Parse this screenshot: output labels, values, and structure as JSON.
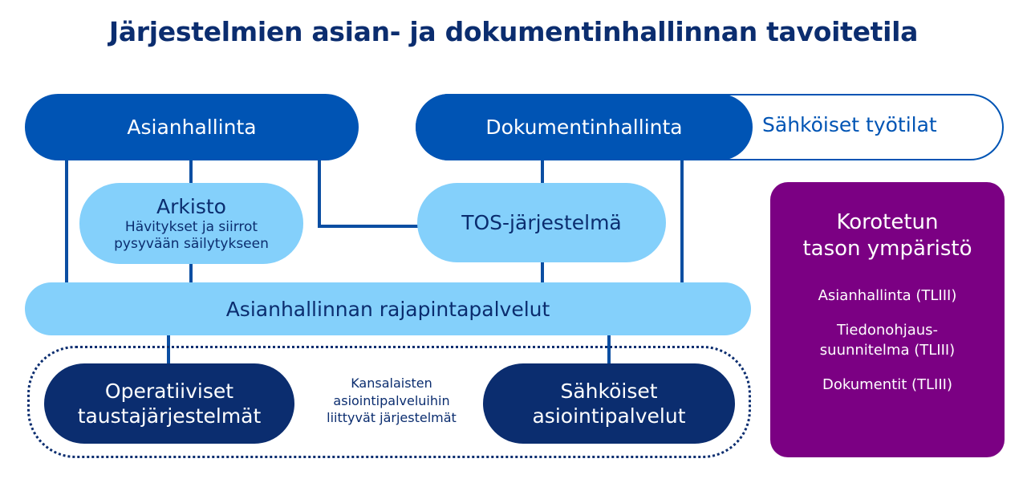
{
  "title": "Järjestelmien asian- ja dokumentinhallinnan tavoitetila",
  "nodes": {
    "asianhallinta": "Asianhallinta",
    "dokumentinhallinta": "Dokumentinhallinta",
    "sahkoiset_tyotilat": "Sähköiset työtilat",
    "arkisto_title": "Arkisto",
    "arkisto_sub1": "Hävitykset ja siirrot",
    "arkisto_sub2": "pysyvään säilytykseen",
    "tos": "TOS-järjestelmä",
    "rajapinta": "Asianhallinnan rajapintapalvelut",
    "operatiiviset_1": "Operatiiviset",
    "operatiiviset_2": "taustajärjestelmät",
    "kansalaisten_1": "Kansalaisten",
    "kansalaisten_2": "asiointipalveluihin",
    "kansalaisten_3": "liittyvät järjestelmät",
    "sahkoiset_asiointi_1": "Sähköiset",
    "sahkoiset_asiointi_2": "asiointipalvelut"
  },
  "korotettu": {
    "title_1": "Korotetun",
    "title_2": "tason ympäristö",
    "items": [
      "Asianhallinta (TLIII)",
      "Tiedonohjaus-",
      "suunnitelma (TLIII)",
      "Dokumentit (TLIII)"
    ]
  },
  "colors": {
    "dark_blue": "#0054b4",
    "light_blue": "#84d0fb",
    "navy": "#0b2d6f",
    "purple": "#7b0083"
  }
}
